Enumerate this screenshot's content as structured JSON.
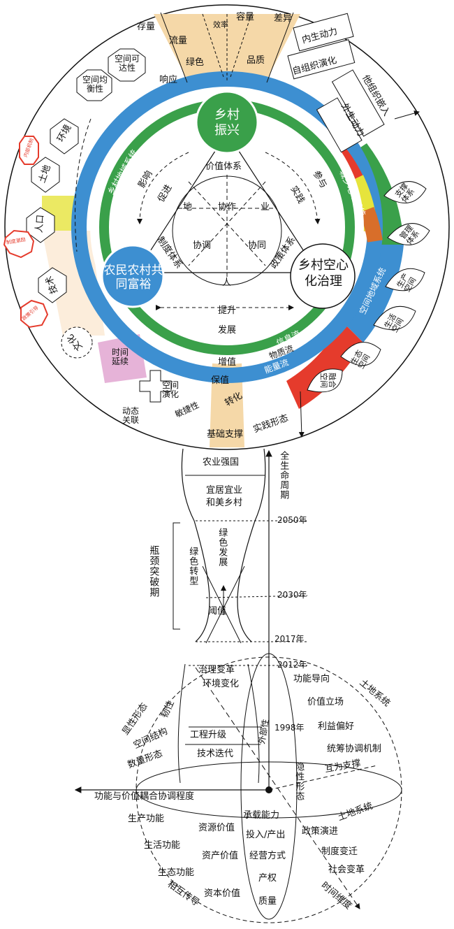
{
  "top": {
    "wedge": {
      "cunliang": "存量",
      "liuliang": "流量",
      "xiaolv": "效率",
      "rongliang": "容量",
      "chayi": "差异",
      "lvse": "绿色",
      "pinzhi": "品质",
      "xiangying": "响应"
    },
    "right_boxes": [
      "内生动力",
      "自组织演化",
      "他组织嵌入",
      "外生动力"
    ],
    "left_octagons": [
      "空间均衡性",
      "空间可达性"
    ],
    "left_elements": [
      "环境",
      "土地",
      "人口",
      "技术",
      "文化"
    ],
    "stamps": [
      "内部机制",
      "制度激励",
      "政策引导"
    ],
    "center": {
      "rural_revival": "乡村振兴",
      "farmers_rich": "农民农村共同富裕",
      "hollow_gov": "乡村空心化治理",
      "value_system": "价值体系",
      "system_policy": "制度体系",
      "policy_system": "政策体系",
      "di": "地",
      "ye": "业",
      "ren": "人",
      "xiezuo": "协作",
      "xietiao": "协调",
      "xietong": "协同",
      "yingxiang": "影响",
      "cujin": "促进",
      "canyu": "参与",
      "shijian": "实践",
      "tisheng": "提升",
      "fazhan": "发展"
    },
    "ring": {
      "rural_system": "乡村地域系统",
      "urban_rural": "城乡地域系统",
      "spatial_system": "空间地域系统",
      "info": "信息流",
      "material": "物质流",
      "energy": "能量流"
    },
    "leaves_right": [
      "支撑体系",
      "管理体系",
      "生产空间",
      "生活空间",
      "生态空间",
      "融合空间"
    ],
    "bottom_left": {
      "time": "时间延续",
      "space_evolve": "空间演化",
      "dynamic": "动态关联",
      "sensitive": "敏捷性"
    },
    "bottom_center": {
      "zengzhi": "增值",
      "baozhi": "保值",
      "zhuanhua": "转化",
      "support": "基础支撑"
    },
    "practice_form": "实践形态"
  },
  "neck": {
    "nongye": "农业强国",
    "yiju": "宜居宜业和美乡村",
    "green_dev": "绿色发展",
    "green_trans": "绿色转型",
    "threshold": "阈值",
    "bottleneck": "瓶颈突破期",
    "lifecycle": "全生命周期",
    "years": [
      "2050年",
      "2030年",
      "2017年",
      "2012年",
      "1998年"
    ]
  },
  "bottom": {
    "gov": "治理变革",
    "env": "环境变化",
    "eng": "工程升级",
    "tech": "技术迭代",
    "explicit": "显性形态",
    "resilience": "韧性",
    "spatial_struct": "空间结构",
    "quantity": "数量形态",
    "external": "外部性",
    "hidden": "隐性形态",
    "func_orient": "功能导向",
    "value_stand": "价值立场",
    "interest": "利益偏好",
    "coord": "统筹协调机制",
    "mutual": "互为支撑",
    "land_top": "土地系统",
    "land_mid": "土地系统",
    "coupling": "功能与价值耦合协调程度",
    "carrying": "承载能力",
    "inout": "投入/产出",
    "manage": "经营方式",
    "property": "产权",
    "quality": "质量",
    "prod_func": "生产功能",
    "life_func": "生活功能",
    "eco_func": "生态功能",
    "mutual_conduct": "相互传导",
    "res_value": "资源价值",
    "asset_value": "资产价值",
    "capital_value": "资本价值",
    "policy_evo": "政策演进",
    "institution": "制度变迁",
    "social": "社会变革",
    "time_dim": "时间维度"
  },
  "colors": {
    "blue": "#3d8fd1",
    "green": "#3aa04a",
    "orange": "#f5d8a8",
    "red": "#e53b2c",
    "yellow": "#e6e43c",
    "pink": "#e6b3d8",
    "brown": "#d86e2a"
  }
}
